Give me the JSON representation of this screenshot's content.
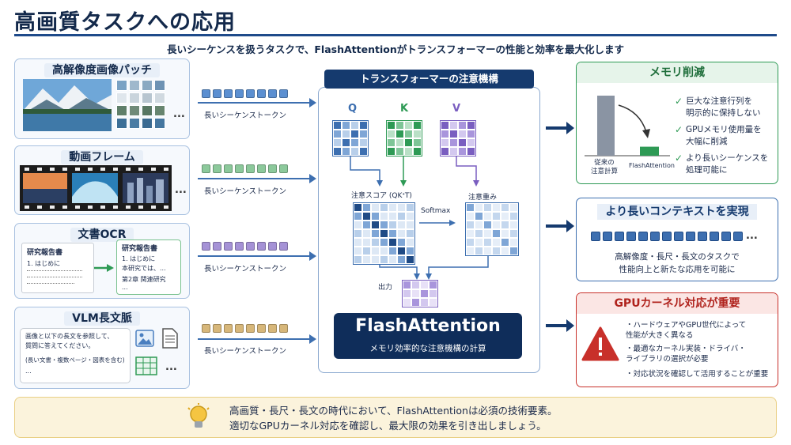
{
  "title": "高画質タスクへの応用",
  "subtitle": "長いシーケンスを扱うタスクで、FlashAttentionがトランスフォーマーの性能と効率を最大化します",
  "left_panels": [
    {
      "title": "高解像度画像パッチ",
      "token_label": "長いシーケンストークン",
      "token_color": "#5b8fd1"
    },
    {
      "title": "動画フレーム",
      "token_label": "長いシーケンストークン",
      "token_color": "#8cc99b"
    },
    {
      "title": "文書OCR",
      "token_label": "長いシーケンストークン",
      "token_color": "#a592d6",
      "doc_left_title": "研究報告書",
      "doc_left_line": "1. はじめに",
      "doc_right_title": "研究報告書",
      "doc_right_lines": [
        "1. はじめに",
        "本研究では、...",
        "第2章 関連研究",
        "..."
      ]
    },
    {
      "title": "VLM長文脈",
      "token_label": "長いシーケンストークン",
      "token_color": "#d7b77a",
      "text_lines": [
        "画像と以下の長文を参照して、",
        "質問に答えてください。",
        "(長い文書・複数ページ・図表を含む)",
        "..."
      ]
    }
  ],
  "dots": "...",
  "center": {
    "header": "トランスフォーマーの注意機構",
    "q": "Q",
    "k": "K",
    "v": "V",
    "score_label": "注意スコア (QKᐩT)",
    "softmax": "Softmax",
    "weights_label": "注意重み",
    "output_label": "出力",
    "fa_title": "FlashAttention",
    "fa_sub": "メモリ効率的な注意機構の計算"
  },
  "memory": {
    "title": "メモリ削減",
    "bar_left_label": "従来の\n注意計算",
    "bar_right_label": "FlashAttention",
    "bar_left_value": 1.0,
    "bar_right_value": 0.15,
    "checks": [
      "巨大な注意行列を\n明示的に保持しない",
      "GPUメモリ使用量を\n大幅に削減",
      "より長いシーケンスを\n処理可能に"
    ]
  },
  "context": {
    "title": "より長いコンテキストを実現",
    "text": "高解像度・長尺・長文のタスクで\n性能向上と新たな応用を可能に"
  },
  "gpu": {
    "title": "GPUカーネル対応が重要",
    "items": [
      "ハードウェアやGPU世代によって\n性能が大きく異なる",
      "最適なカーネル実装・ドライバ・\nライブラリの選択が必要",
      "対応状況を確認して活用することが重要"
    ]
  },
  "bottom": {
    "line1": "高画質・長尺・長文の時代において、FlashAttentionは必須の技術要素。",
    "line2": "適切なGPUカーネル対応を確認し、最大限の効果を引き出しましょう。"
  },
  "colors": {
    "navy": "#153a6e",
    "green": "#2e9a55",
    "red": "#c8302a",
    "amber": "#e9cf84"
  }
}
